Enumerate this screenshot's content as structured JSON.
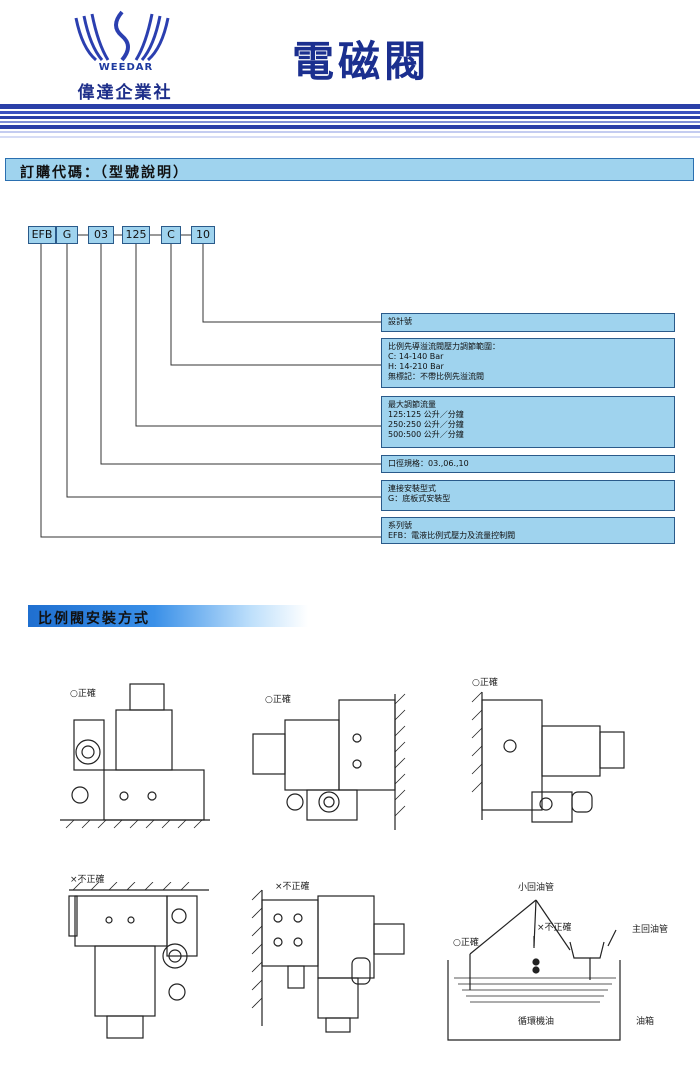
{
  "header": {
    "logo_text": "WEEDAR",
    "company_name": "偉達企業社",
    "title": "電磁閥"
  },
  "order_code": {
    "heading": "訂購代碼：（型號說明）",
    "boxes": [
      "EFB",
      "G",
      "03",
      "125",
      "C",
      "10"
    ],
    "descriptions": [
      {
        "lines": [
          "設計號"
        ]
      },
      {
        "lines": [
          "比例先導溢流閥壓力調節範圍：",
          "C: 14-140 Bar",
          "H: 14-210 Bar",
          "無標記：不帶比例先溢流閥"
        ]
      },
      {
        "lines": [
          "最大調節流量",
          "125:125  公升／分鐘",
          "250:250  公升／分鐘",
          "500:500  公升／分鐘"
        ]
      },
      {
        "lines": [
          "口徑規格：03.,06.,10"
        ]
      },
      {
        "lines": [
          "連接安裝型式",
          "G：底板式安裝型"
        ]
      },
      {
        "lines": [
          "系列號",
          "EFB：電液比例式壓力及流量控制閥"
        ]
      }
    ]
  },
  "installation": {
    "heading": "比例閥安裝方式",
    "labels": {
      "correct_1": "○正確",
      "correct_2": "○正確",
      "correct_3": "○正確",
      "incorrect_1": "×不正確",
      "incorrect_2": "×不正確",
      "tank_small_return": "小回油管",
      "tank_incorrect": "×不正確",
      "tank_main_return": "主回油管",
      "tank_correct": "○正確",
      "tank_oil": "循環機油",
      "tank_label": "油箱"
    }
  },
  "colors": {
    "brand_blue": "#1b2f8f",
    "light_blue": "#9fd3ee",
    "stripe_blue": "#2a3fa8"
  }
}
